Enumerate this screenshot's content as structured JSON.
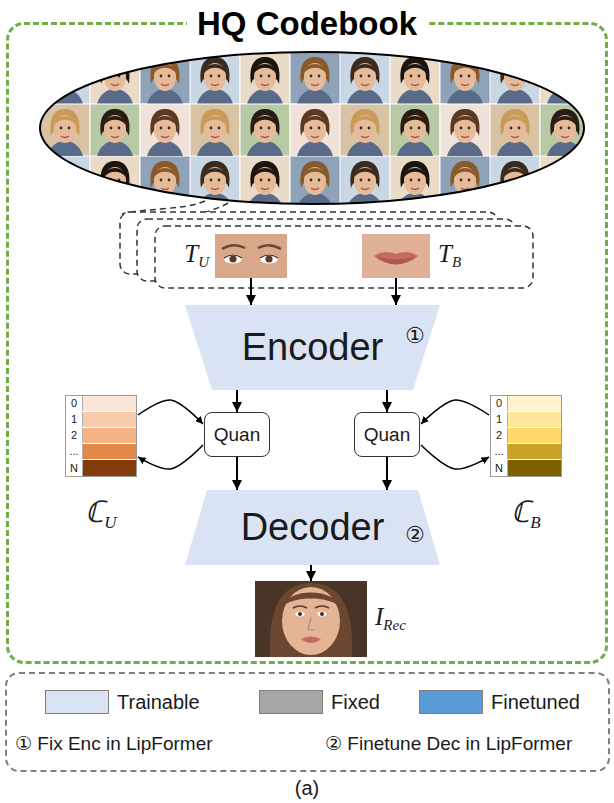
{
  "diagram": {
    "caption": "(a)",
    "nodes": [
      {
        "text": [
          "HQ Codebook"
        ]
      },
      {
        "text": [
          "T",
          "U"
        ],
        "in": 0
      },
      {
        "text": [
          "T",
          "B"
        ],
        "in": 0
      },
      {
        "text": [
          "Encoder",
          "①"
        ],
        "in": 0
      },
      {
        "text": [
          "0",
          "1",
          "2",
          "...",
          "N",
          "ℂ",
          "U"
        ],
        "in": 0
      },
      {
        "text": [
          "Quan"
        ],
        "in": 0
      },
      {
        "text": [
          "Quan"
        ],
        "in": 0
      },
      {
        "text": [
          "0",
          "1",
          "2",
          "...",
          "N",
          "ℂ",
          "B"
        ],
        "in": 0
      },
      {
        "text": [
          "Decoder",
          "②"
        ],
        "in": 0
      },
      {
        "text": [
          "I",
          "Rec"
        ],
        "in": 0
      }
    ],
    "edges": [
      {
        "from": 1,
        "to": 3,
        "arrow": "to"
      },
      {
        "from": 2,
        "to": 3,
        "arrow": "to"
      },
      {
        "from": 3,
        "to": 5,
        "arrow": "to"
      },
      {
        "from": 3,
        "to": 6,
        "arrow": "to"
      },
      {
        "from": 4,
        "to": 5,
        "arrow": "both"
      },
      {
        "from": 7,
        "to": 6,
        "arrow": "both"
      },
      {
        "from": 5,
        "to": 8,
        "arrow": "to"
      },
      {
        "from": 6,
        "to": 8,
        "arrow": "to"
      },
      {
        "from": 8,
        "to": 9,
        "arrow": "to"
      }
    ],
    "legend": [
      {
        "text": "Trainable",
        "color": "#dae3f3"
      },
      {
        "text": "Fixed",
        "color": "#a6a6a6"
      },
      {
        "text": "Finetuned",
        "color": "#5b9bd5"
      },
      {
        "text": "① Fix Enc in LipFormer"
      },
      {
        "text": "② Finetune Dec in LipFormer"
      }
    ]
  }
}
